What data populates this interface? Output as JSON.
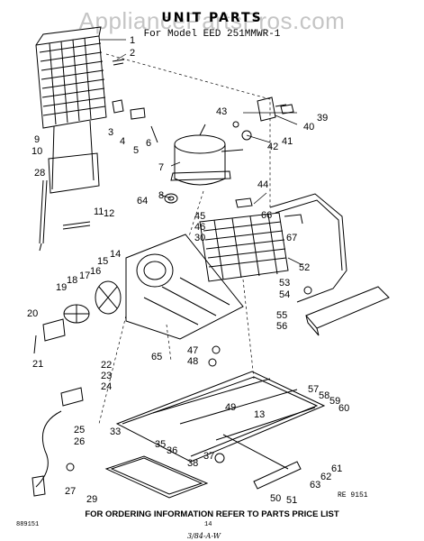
{
  "header": {
    "title": "UNIT PARTS",
    "subtitle": "For Model EED 251MMWR-1",
    "watermark": "AppliancePartsPros.com"
  },
  "footer": {
    "ordering_note": "FOR ORDERING INFORMATION REFER TO PARTS PRICE LIST",
    "ref_code": "RE 9151",
    "doc_code": "889151",
    "page_number": "14",
    "signature": "3/84-A-W"
  },
  "callouts": [
    "1",
    "2",
    "3",
    "4",
    "5",
    "6",
    "7",
    "8",
    "9",
    "10",
    "11",
    "12",
    "13",
    "14",
    "15",
    "16",
    "17",
    "18",
    "19",
    "20",
    "21",
    "22",
    "23",
    "24",
    "25",
    "26",
    "27",
    "28",
    "29",
    "30",
    "33",
    "35",
    "36",
    "37",
    "38",
    "39",
    "40",
    "41",
    "42",
    "43",
    "44",
    "45",
    "46",
    "47",
    "48",
    "49",
    "50",
    "51",
    "52",
    "53",
    "54",
    "55",
    "56",
    "57",
    "58",
    "59",
    "60",
    "61",
    "62",
    "63",
    "64",
    "65",
    "66",
    "67"
  ]
}
